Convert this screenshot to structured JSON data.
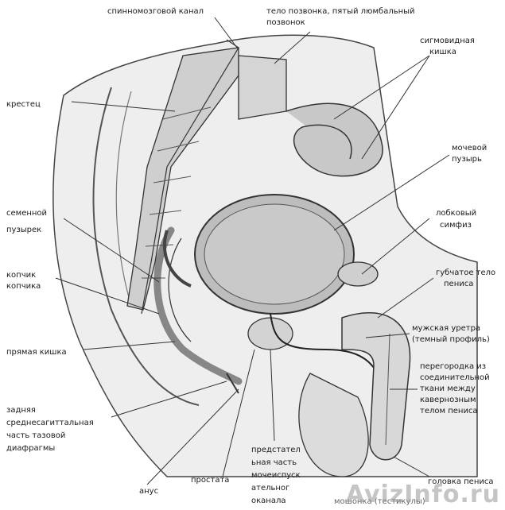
{
  "labels": {
    "spinal_canal": "спинномозговой канал",
    "vertebra_1": "тело позвонка, пятый люмбальный",
    "vertebra_2": "позвонок",
    "sigmoid_1": "сигмовидная",
    "sigmoid_2": "кишка",
    "sacrum": "крестец",
    "bladder_1": "мочевой",
    "bladder_2": "пузырь",
    "seminal_1": "семенной",
    "seminal_2": "пузырек",
    "pubic_1": "лобковый",
    "pubic_2": "симфиз",
    "spongy_1": "губчатое тело",
    "spongy_2": "пениса",
    "coccyx_1": "копчик",
    "coccyx_2": "копчика",
    "urethra_1": "мужская уретра",
    "urethra_2": "(темный профиль)",
    "rectum": "прямая кишка",
    "septum_1": "перегородка из",
    "septum_2": "соединительной",
    "septum_3": "ткани между",
    "septum_4": "кавернозным",
    "septum_5": "телом пениса",
    "diaphragm_1": "задняя",
    "diaphragm_2": "среднесагиттальная",
    "diaphragm_3": "часть тазовой",
    "diaphragm_4": "диафрагмы",
    "prostatic_1": "предстател",
    "prostatic_2": "ьная часть",
    "prostatic_3": "мочеиспуск",
    "prostatic_4": "ательног",
    "prostatic_5": "оканала",
    "anus": "анус",
    "prostate": "простата",
    "glans": "головка пениса",
    "scrotum": "мошонка (тестикулы)"
  },
  "watermark": "AvizInfo.ru",
  "colors": {
    "ink": "#222222",
    "tissue": "#d8d8d8",
    "bone": "#cfcfcf",
    "organ": "#bdbdbd",
    "dark": "#7a7a7a"
  }
}
